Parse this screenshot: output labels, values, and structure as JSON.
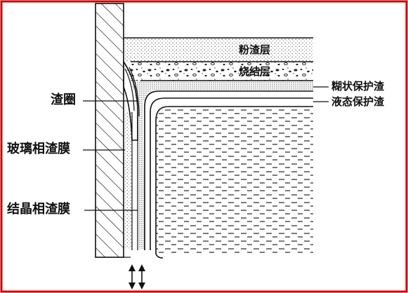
{
  "labels": {
    "powder_slag_layer": "粉渣层",
    "sintered_layer": "烧结层",
    "pasty_slag": "糊状保护渣",
    "liquid_slag": "液态保护渣",
    "slag_rim": "渣圈",
    "glassy_slag_film": "玻璃相渣膜",
    "crystalline_slag_film": "结晶相渣膜"
  },
  "colors": {
    "frame_border": "#cc0000",
    "line": "#111111",
    "background": "#ffffff"
  }
}
